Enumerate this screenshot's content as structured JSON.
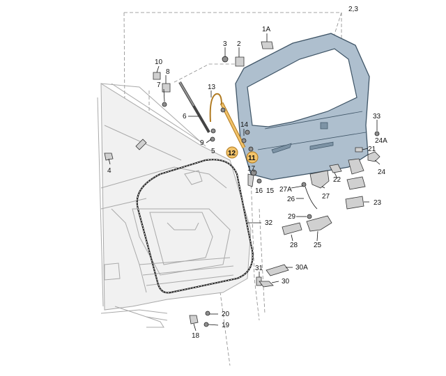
{
  "header_ref": "2,3",
  "colors": {
    "tailgate_fill": "#aebfce",
    "tailgate_stroke": "#3e5466",
    "highlight": "#f2c36a",
    "car_lines": "#a9a9a9"
  },
  "callouts": {
    "c1A": "1A",
    "c3": "3",
    "c2": "2",
    "c10": "10",
    "c8": "8",
    "c7": "7",
    "c6": "6",
    "c13": "13",
    "c14": "14",
    "c9": "9",
    "c12": "12",
    "c11": "11",
    "c5": "5",
    "c4": "4",
    "c33": "33",
    "c24A": "24A",
    "c21": "21",
    "c24": "24",
    "c22": "22",
    "c17": "17",
    "c16": "16",
    "c15": "15",
    "c27A": "27A",
    "c27": "27",
    "c26": "26",
    "c23": "23",
    "c29": "29",
    "c28": "28",
    "c25": "25",
    "c32": "32",
    "c31": "31",
    "c30A": "30A",
    "c30": "30",
    "c20": "20",
    "c19": "19",
    "c18": "18"
  }
}
